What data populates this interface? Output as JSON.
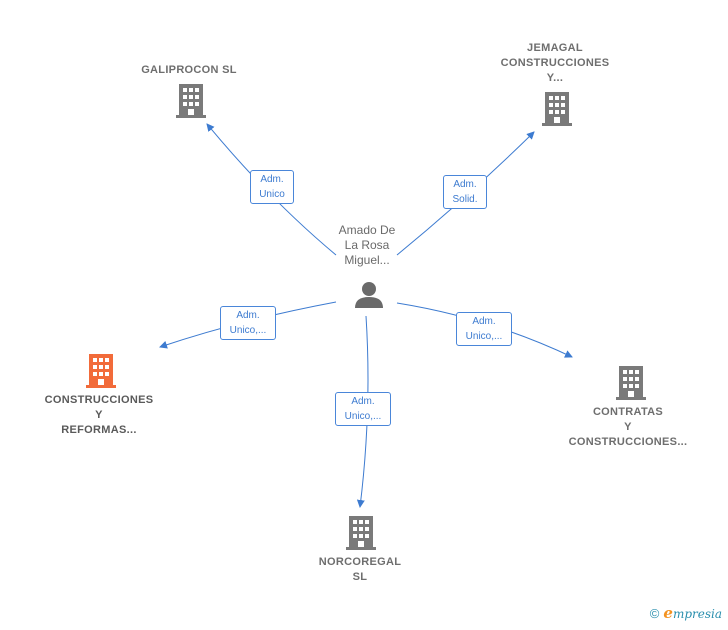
{
  "colors": {
    "edge": "#3d7bd0",
    "building": "#7a7a7a",
    "building_highlight": "#f26b3a",
    "person": "#6a6a6a"
  },
  "center": {
    "name_lines": [
      "Amado De",
      "La Rosa",
      "Miguel..."
    ],
    "icon": "person-icon"
  },
  "companies": {
    "galiprocon": {
      "lines": [
        "GALIPROCON SL"
      ],
      "icon": "building-icon"
    },
    "jemagal": {
      "lines": [
        "JEMAGAL",
        "CONSTRUCCIONES",
        "Y..."
      ],
      "icon": "building-icon"
    },
    "construcciones_reformas": {
      "lines": [
        "CONSTRUCCIONES",
        "Y",
        "REFORMAS..."
      ],
      "icon": "building-icon",
      "highlight": true
    },
    "contratas": {
      "lines": [
        "CONTRATAS",
        "Y",
        "CONSTRUCCIONES..."
      ],
      "icon": "building-icon"
    },
    "norcoregal": {
      "lines": [
        "NORCOREGAL",
        "SL"
      ],
      "icon": "building-icon"
    }
  },
  "edges": {
    "galiprocon": [
      "Adm.",
      "Unico"
    ],
    "jemagal": [
      "Adm.",
      "Solid."
    ],
    "construcciones_reformas": [
      "Adm.",
      "Unico,..."
    ],
    "contratas": [
      "Adm.",
      "Unico,..."
    ],
    "norcoregal": [
      "Adm.",
      "Unico,..."
    ]
  },
  "footer": {
    "copyright": "©",
    "brand_initial": "e",
    "brand_rest": "mpresia"
  }
}
